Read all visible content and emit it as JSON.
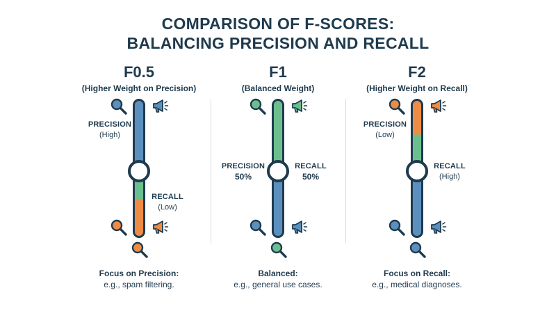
{
  "title": {
    "line1": "COMPARISON OF F-SCORES:",
    "line2": "BALANCING PRECISION AND RECALL"
  },
  "colors": {
    "blue": "#5b8fbd",
    "green": "#6bbf8f",
    "orange": "#ee8c45",
    "navy": "#1f3a4d"
  },
  "columns": [
    {
      "name": "F0.5",
      "subtitle": "(Higher Weight on Precision)",
      "precision": {
        "label": "PRECISION",
        "value": "(High)"
      },
      "recall": {
        "label": "RECALL",
        "value": "(Low)"
      },
      "focus_title": "Focus on Precision:",
      "focus_example": "e.g., spam filtering.",
      "top_icon_color": "#5b8fbd",
      "top_megaphone_color": "#5b8fbd",
      "bottom_icon_color": "#ee8c45",
      "bottom_megaphone_color": "#ee8c45",
      "extra_icon_color": "#ee8c45",
      "bar_segments": [
        {
          "color": "#5b8fbd",
          "fraction": 0.6
        },
        {
          "color": "#6bbf8f",
          "fraction": 0.13
        },
        {
          "color": "#ee8c45",
          "fraction": 0.27
        }
      ]
    },
    {
      "name": "F1",
      "subtitle": "(Balanced Weight)",
      "precision": {
        "label": "PRECISION",
        "value": "50%"
      },
      "recall": {
        "label": "RECALL",
        "value": "50%"
      },
      "focus_title": "Balanced:",
      "focus_example": "e.g., general use cases.",
      "top_icon_color": "#6bbf8f",
      "top_megaphone_color": "#6bbf8f",
      "bottom_icon_color": "#5b8fbd",
      "bottom_megaphone_color": "#5b8fbd",
      "extra_icon_color": "#6bbf8f",
      "bar_segments": [
        {
          "color": "#6bbf8f",
          "fraction": 0.5
        },
        {
          "color": "#5b8fbd",
          "fraction": 0.5
        }
      ]
    },
    {
      "name": "F2",
      "subtitle": "(Higher Weight on Recall)",
      "precision": {
        "label": "PRECISION",
        "value": "(Low)"
      },
      "recall": {
        "label": "RECALL",
        "value": "(High)"
      },
      "focus_title": "Focus on Recall:",
      "focus_example": "e.g., medical diagnoses.",
      "top_icon_color": "#ee8c45",
      "top_megaphone_color": "#ee8c45",
      "bottom_icon_color": "#5b8fbd",
      "bottom_megaphone_color": "#5b8fbd",
      "extra_icon_color": "#5b8fbd",
      "bar_segments": [
        {
          "color": "#ee8c45",
          "fraction": 0.25
        },
        {
          "color": "#6bbf8f",
          "fraction": 0.22
        },
        {
          "color": "#5b8fbd",
          "fraction": 0.53
        }
      ]
    }
  ]
}
